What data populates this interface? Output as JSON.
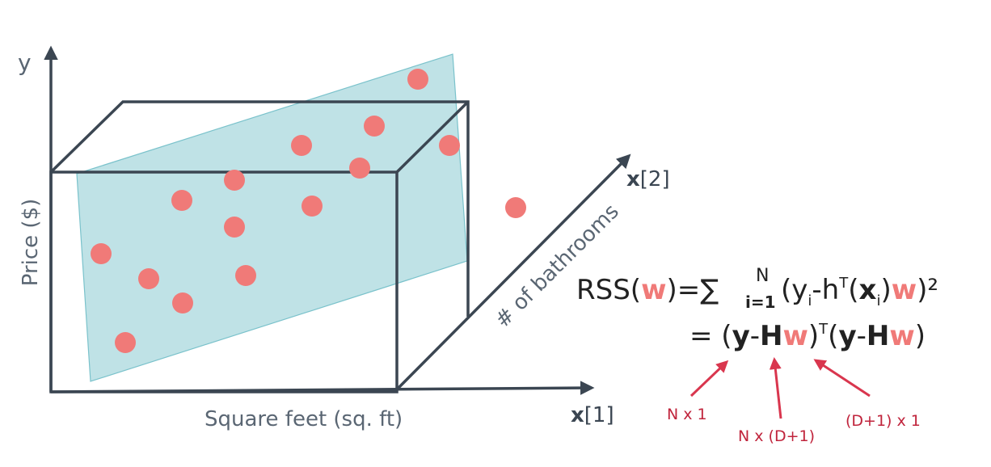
{
  "labels": {
    "y_axis": "y",
    "price_axis": "Price ($)",
    "sqft_axis": "Square feet (sq. ft)",
    "x1_bold": "x",
    "x1_idx": "[1]",
    "x2_bold": "x",
    "x2_idx": "[2]",
    "bathrooms_axis": "# of bathrooms"
  },
  "equation": {
    "line1": {
      "rss": "RSS(",
      "w": "w",
      "close_eq": ")=",
      "sum": "∑",
      "sum_sub": "i=1",
      "sum_sup": "N",
      "open": " (y",
      "yi_sub": "i",
      "minus_h": "-h",
      "t_sup": "T",
      "paren": "(",
      "x": "x",
      "xi_sub": "i",
      "close": ")",
      "w2": "w",
      "end": ")²"
    },
    "line2": {
      "eq": "= (",
      "y": "y",
      "minus": "-",
      "H": "H",
      "w": "w",
      "close": ")",
      "t_sup": "T",
      "open": "(",
      "y2": "y",
      "minus2": "-",
      "H2": "H",
      "w2": "w",
      "end": ")"
    }
  },
  "annotations": {
    "y_dim": "N x 1",
    "H_dim": "N x (D+1)",
    "w_dim": "(D+1) x 1"
  },
  "colors": {
    "accent": "#f07a78",
    "plane": "#b9dfe4",
    "axis": "#3b4652",
    "annotation": "#c0243c"
  }
}
